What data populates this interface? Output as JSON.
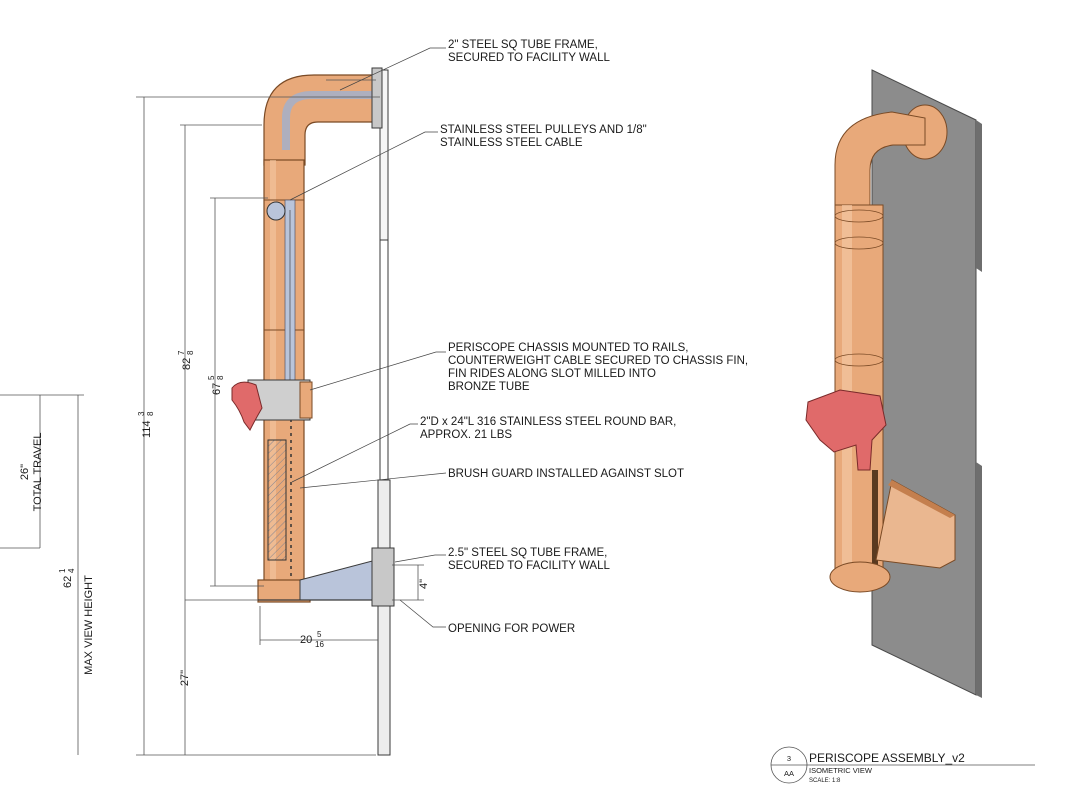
{
  "colors": {
    "bronze": "#e8a97a",
    "bronze_dark": "#c47f4e",
    "bronze_light": "#f4c8a2",
    "steel_blue": "#a9b6cf",
    "wall_gray": "#8c8c8c",
    "handle_red": "#e06a6a",
    "line": "#3a3a3a"
  },
  "callouts": [
    {
      "line1": "2\" STEEL SQ TUBE FRAME,",
      "line2": "SECURED TO FACILITY WALL"
    },
    {
      "line1": "STAINLESS STEEL PULLEYS AND 1/8\"",
      "line2": "STAINLESS STEEL CABLE"
    },
    {
      "line1": "PERISCOPE CHASSIS MOUNTED TO RAILS,",
      "line2": "COUNTERWEIGHT CABLE SECURED TO CHASSIS FIN,",
      "line3": "FIN RIDES ALONG SLOT MILLED INTO",
      "line4": "BRONZE TUBE"
    },
    {
      "line1": "2\"D x 24\"L 316 STAINLESS STEEL ROUND BAR,",
      "line2": "APPROX. 21 LBS"
    },
    {
      "line1": "BRUSH GUARD INSTALLED AGAINST SLOT"
    },
    {
      "line1": "2.5\" STEEL SQ TUBE FRAME,",
      "line2": "SECURED TO FACILITY WALL"
    },
    {
      "line1": "OPENING FOR POWER"
    }
  ],
  "dimensions": {
    "d114": {
      "whole": "114",
      "num": "3",
      "den": "8"
    },
    "d82": {
      "whole": "82",
      "num": "7",
      "den": "8"
    },
    "d67": {
      "whole": "67",
      "num": "5",
      "den": "8"
    },
    "d62": {
      "whole": "62",
      "num": "1",
      "den": "4"
    },
    "d62_label": "MAX VIEW HEIGHT",
    "d26": "26\"",
    "d26_label": "TOTAL TRAVEL",
    "d27": "27\"",
    "d20": {
      "whole": "20",
      "num": "5",
      "den": "16"
    },
    "d4": "4\""
  },
  "title_block": {
    "number": "3",
    "sheet": "AA",
    "title": "PERISCOPE ASSEMBLY_v2",
    "view": "ISOMETRIC VIEW",
    "scale": "SCALE: 1:8"
  }
}
